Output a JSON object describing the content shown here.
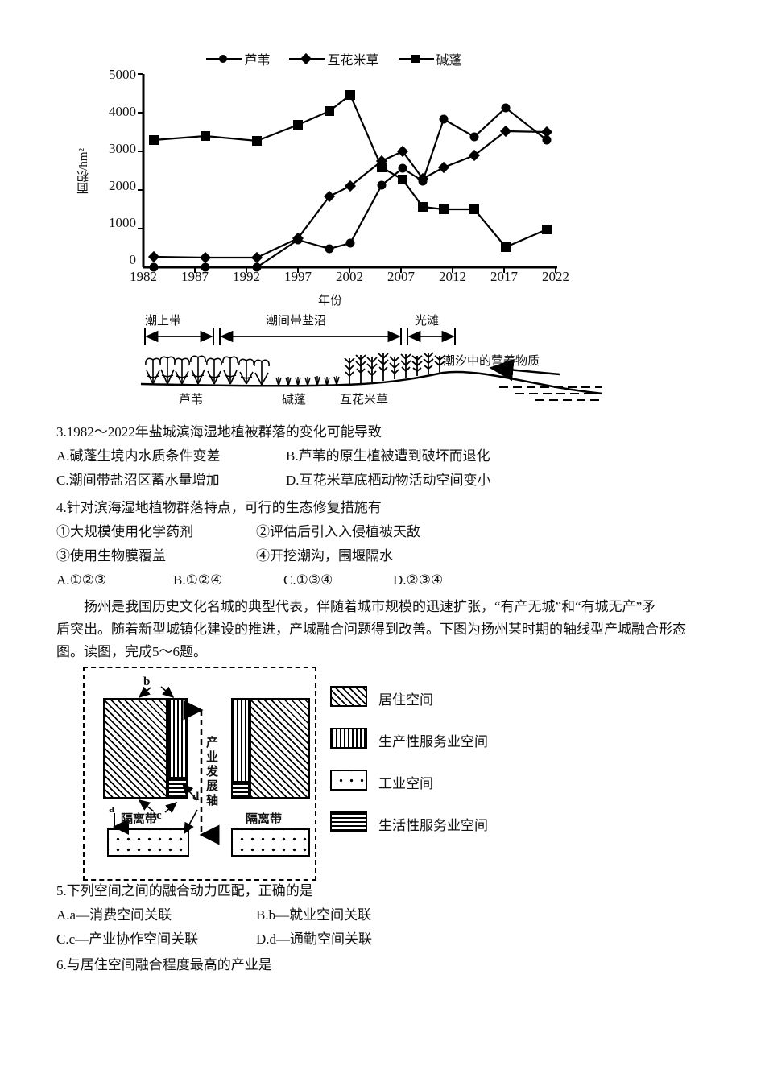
{
  "chart_data": {
    "type": "line",
    "title": "",
    "xlabel": "年份",
    "ylabel": "面积/hm²",
    "xlim": [
      1982,
      2022
    ],
    "ylim": [
      0,
      5000
    ],
    "yticks": [
      "0",
      "1000",
      "2000",
      "3000",
      "4000",
      "5000"
    ],
    "xticks": [
      "1982",
      "1987",
      "1992",
      "1997",
      "2002",
      "2007",
      "2012",
      "2017",
      "2022"
    ],
    "grid": false,
    "legend_position": "top-center",
    "x": [
      1983,
      1988,
      1993,
      1997,
      2000,
      2002,
      2005,
      2007,
      2009,
      2011,
      2014,
      2017,
      2021
    ],
    "series": [
      {
        "name": "芦苇",
        "marker": "circle",
        "values": [
          0,
          0,
          0,
          700,
          480,
          620,
          2130,
          2570,
          2230,
          3840,
          3370,
          4120,
          3290
        ]
      },
      {
        "name": "互花米草",
        "marker": "diamond",
        "values": [
          270,
          260,
          260,
          760,
          1830,
          2100,
          2760,
          3010,
          2290,
          2580,
          2890,
          3530,
          3500
        ]
      },
      {
        "name": "碱蓬",
        "marker": "square",
        "values": [
          3300,
          3390,
          3280,
          3690,
          4050,
          4470,
          2590,
          2270,
          1560,
          1500,
          1490,
          520,
          970
        ]
      }
    ]
  },
  "tidal_diagram": {
    "zones": [
      {
        "label": "潮上带"
      },
      {
        "label": "潮间带盐沼"
      },
      {
        "label": "光滩"
      }
    ],
    "plants": [
      {
        "label": "芦苇"
      },
      {
        "label": "碱蓬"
      },
      {
        "label": "互花米草"
      }
    ],
    "annotation": "潮汐中的营养物质"
  },
  "questions": [
    {
      "id": "q3",
      "stem": "3.1982～2022年盐城滨海湿地植被群落的变化可能导致",
      "options": [
        "A.碱蓬生境内水质条件变差",
        "B.芦苇的原生植被遭到破坏而退化",
        "C.潮间带盐沼区蓄水量增加",
        "D.互花米草底栖动物活动空间变小"
      ]
    },
    {
      "id": "q4",
      "stem": "4.针对滨海湿地植物群落特点，可行的生态修复措施有",
      "items": [
        "①大规模使用化学药剂",
        "②评估后引入入侵植被天敌",
        "③使用生物膜覆盖",
        "④开挖潮沟，围堰隔水"
      ],
      "options": [
        "A.①②③",
        "B.①②④",
        "C.①③④",
        "D.②③④"
      ]
    },
    {
      "id": "q5",
      "stem": "5.下列空间之间的融合动力匹配，正确的是",
      "options": [
        "A.a—消费空间关联",
        "B.b—就业空间关联",
        "C.c—产业协作空间关联",
        "D.d—通勤空间关联"
      ]
    },
    {
      "id": "q6",
      "stem": "6.与居住空间融合程度最高的产业是"
    }
  ],
  "passage": {
    "line1": "扬州是我国历史文化名城的典型代表，伴随着城市规模的迅速扩张，“有产无城”和“有城无产”矛",
    "line2": "盾突出。随着新型城镇化建设的推进，产城融合问题得到改善。下图为扬州某时期的轴线型产城融合形态",
    "line3": "图。读图，完成5～6题。"
  },
  "urban_diagram": {
    "axis_label": "产业发展轴",
    "buffer_label_left": "隔离带",
    "buffer_label_right": "隔离带",
    "point_labels": [
      "a",
      "b",
      "c",
      "d"
    ],
    "legend": [
      {
        "pattern": "diagonal",
        "label": "居住空间"
      },
      {
        "pattern": "vertical",
        "label": "生产性服务业空间"
      },
      {
        "pattern": "dots",
        "label": "工业空间"
      },
      {
        "pattern": "horizontal",
        "label": "生活性服务业空间"
      }
    ]
  }
}
